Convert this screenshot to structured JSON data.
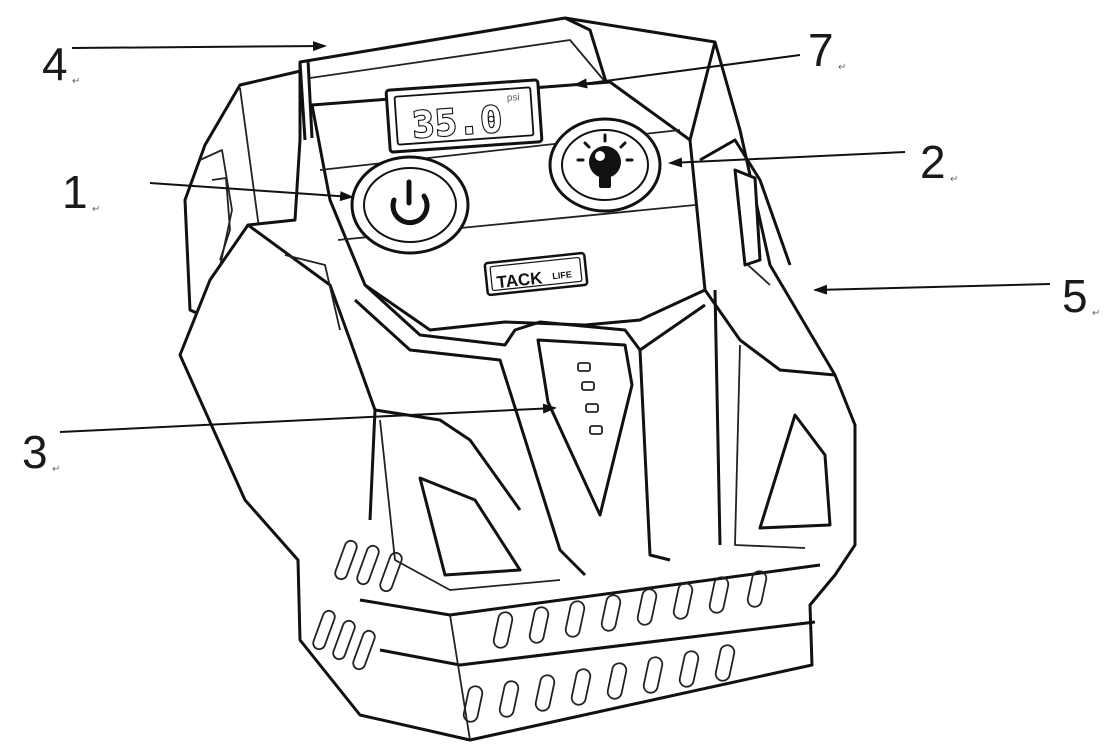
{
  "callouts": [
    {
      "label": "1",
      "mark": "↵"
    },
    {
      "label": "2",
      "mark": "↵"
    },
    {
      "label": "3",
      "mark": "↵"
    },
    {
      "label": "4",
      "mark": "↵"
    },
    {
      "label": "5",
      "mark": "↵"
    },
    {
      "label": "7",
      "mark": "↵"
    }
  ],
  "display": {
    "reading": "35.0",
    "unit": "psi"
  },
  "logo": {
    "brand": "TACK",
    "suffix": "LIFE"
  },
  "icons": {
    "power": "power-icon",
    "light": "light-bulb-icon"
  },
  "colors": {
    "line": "#111111",
    "background": "#ffffff"
  }
}
